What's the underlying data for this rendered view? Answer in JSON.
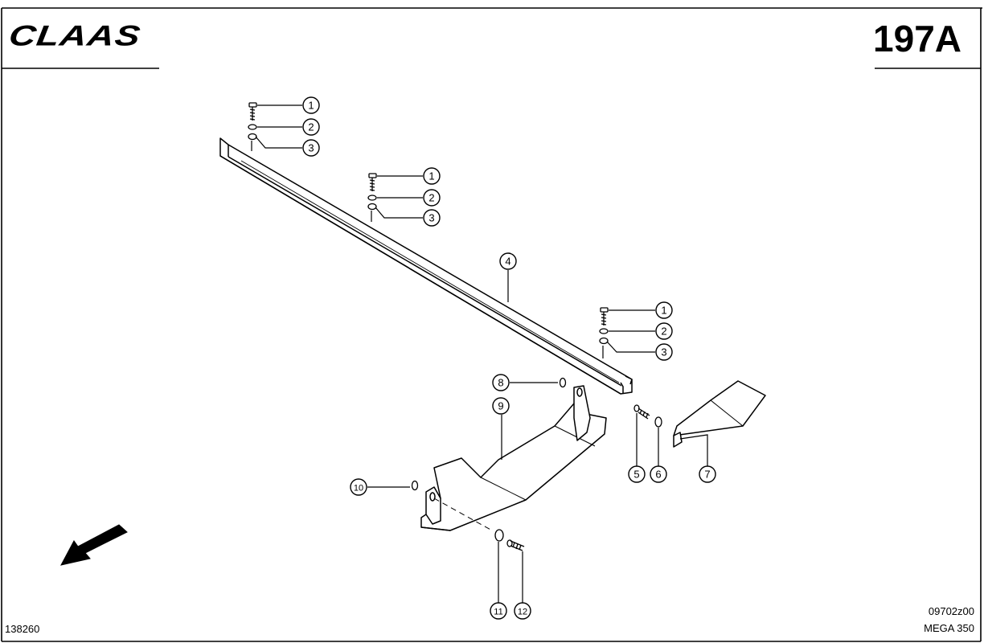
{
  "header": {
    "brand": "CLAAS",
    "page_number": "197A"
  },
  "footer": {
    "drawing_number": "138260",
    "image_code": "09702z00",
    "model": "MEGA 350"
  },
  "callouts": [
    "1",
    "2",
    "3",
    "1",
    "2",
    "3",
    "4",
    "1",
    "2",
    "3",
    "8",
    "9",
    "5",
    "6",
    "7",
    "10",
    "11",
    "12"
  ],
  "icons": {
    "direction_arrow": "direction-arrow-icon"
  }
}
